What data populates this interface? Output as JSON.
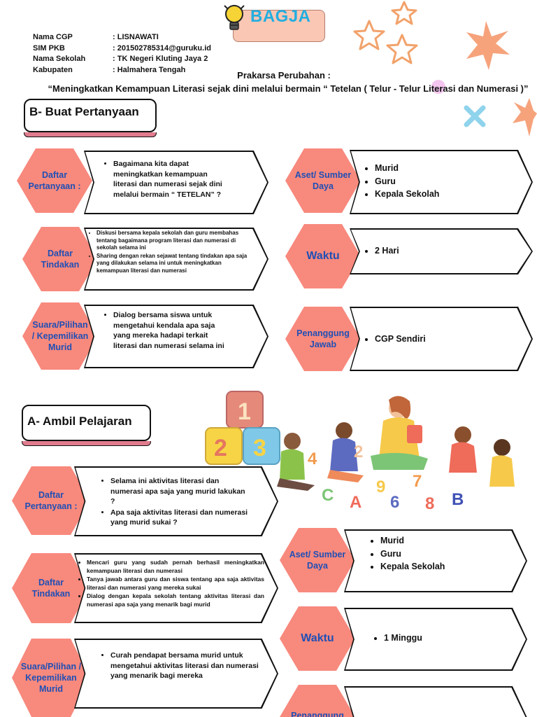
{
  "logo": {
    "text": "BAGJA"
  },
  "info": [
    {
      "key": "Nama CGP",
      "value": ": LISNAWATI"
    },
    {
      "key": "SIM PKB",
      "value": ": 201502785314@guruku.id"
    },
    {
      "key": "Nama  Sekolah",
      "value": ": TK Negeri Kluting Jaya 2"
    },
    {
      "key": "Kabupaten",
      "value": ":  Halmahera Tengah"
    }
  ],
  "prakarsa_label": "Prakarsa Perubahan :",
  "prakarsa_quote": "“Meningkatkan Kemampuan Literasi sejak dini melalui bermain “ Tetelan ( Telur -   Telur Literasi dan Numerasi )”",
  "section_b": {
    "title": "B- Buat Pertanyaan",
    "daftar_pertanyaan_label": "Daftar Pertanyaan :",
    "daftar_pertanyaan_items": [
      "Bagaimana kita dapat meningkatkan kemampuan literasi dan numerasi sejak dini melalui bermain “ TETELAN”  ?"
    ],
    "daftar_tindakan_label": "Daftar Tindakan",
    "daftar_tindakan_items": [
      "Diskusi bersama kepala sekolah dan guru membahas tentang bagaimana program literasi dan numerasi di sekolah selama ini",
      "Sharing dengan rekan sejawat  tentang tindakan apa saja yang dilakukan selama ini untuk meningkatkan kemampuan literasi dan numerasi"
    ],
    "suara_label": "Suara/Pilihan / Kepemilikan Murid",
    "suara_items": [
      "Dialog bersama siswa  untuk mengetahui kendala apa saja yang mereka hadapi terkait literasi dan numerasi selama ini"
    ],
    "aset_label": "Aset/ Sumber Daya",
    "aset_items": [
      "Murid",
      "Guru",
      "Kepala Sekolah"
    ],
    "waktu_label": "Waktu",
    "waktu_items": [
      "2 Hari"
    ],
    "pj_label": "Penanggung Jawab",
    "pj_items": [
      "CGP Sendiri"
    ]
  },
  "section_a": {
    "title": "A- Ambil Pelajaran",
    "daftar_pertanyaan_label": "Daftar Pertanyaan :",
    "daftar_pertanyaan_items": [
      "Selama ini aktivitas literasi dan numerasi apa saja yang murid lakukan ?",
      "Apa saja aktivitas literasi dan numerasi yang murid sukai ?"
    ],
    "daftar_tindakan_label": "Daftar Tindakan",
    "daftar_tindakan_items": [
      "Mencari guru yang sudah pernah berhasil meningkatkan kemampuan literasi dan numerasi",
      "Tanya jawab antara guru dan siswa tentang apa saja aktivitas  literasi dan numerasi yang mereka sukai",
      "Dialog dengan kepala sekolah tentang aktivitas literasi dan numerasi apa saja yang menarik bagi murid"
    ],
    "suara_label": "Suara/Pilihan / Kepemilikan Murid",
    "suara_items": [
      "Curah pendapat bersama murid untuk mengetahui aktivitas literasi dan numerasi yang menarik bagi mereka"
    ],
    "aset_label": "Aset/ Sumber Daya",
    "aset_items": [
      "Murid",
      "Guru",
      "Kepala Sekolah"
    ],
    "waktu_label": "Waktu",
    "waktu_items": [
      "1 Minggu"
    ],
    "pj_label": "Penanggung"
  },
  "illustration": {
    "blocks": [
      "1",
      "2",
      "3"
    ]
  },
  "colors": {
    "hex_fill": "#f8897d",
    "label_blue": "#1f4fb5",
    "underline_pink": "#e07b8e",
    "logo_text": "#22aee0"
  }
}
